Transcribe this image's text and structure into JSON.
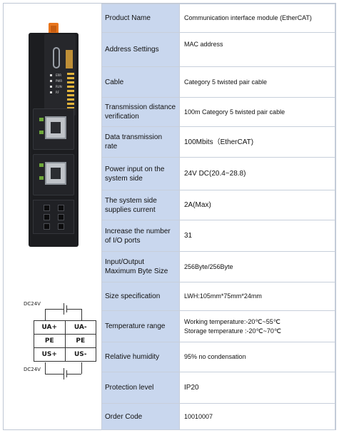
{
  "wiring": {
    "supply_top": "DC24V",
    "supply_bottom": "DC24V",
    "terminals": [
      [
        "UA+",
        "UA-"
      ],
      [
        "PE",
        "PE"
      ],
      [
        "US+",
        "US-"
      ]
    ]
  },
  "device": {
    "leds": [
      "ERR",
      "PWR",
      "RUN",
      "RF"
    ]
  },
  "spec": [
    {
      "label": "Product Name",
      "value": "Communication interface module (EtherCAT)"
    },
    {
      "label": "Address Settings",
      "value": "MAC address"
    },
    {
      "label": "Cable",
      "value": "Category 5 twisted pair cable"
    },
    {
      "label": "Transmission distance verification",
      "value": "100m Category 5 twisted pair cable"
    },
    {
      "label": "Data transmission rate",
      "value": "100Mbits（EtherCAT)"
    },
    {
      "label": "Power input on the system side",
      "value": "24V DC(20.4~28.8)"
    },
    {
      "label": "The system side supplies current",
      "value": "2A(Max)"
    },
    {
      "label": "Increase the number of I/O ports",
      "value": "31"
    },
    {
      "label": "Input/Output Maximum Byte Size",
      "value": "256Byte/256Byte"
    },
    {
      "label": "Size specification",
      "value": "LWH:105mm*75mm*24mm"
    },
    {
      "label": "Temperature range",
      "value": "Working temperature:-20℃~55℃",
      "value2": "Storage temperature :-20℃~70℃"
    },
    {
      "label": "Relative humidity",
      "value": "95% no condensation"
    },
    {
      "label": "Protection level",
      "value": "IP20"
    },
    {
      "label": "Order Code",
      "value": "10010007"
    }
  ]
}
